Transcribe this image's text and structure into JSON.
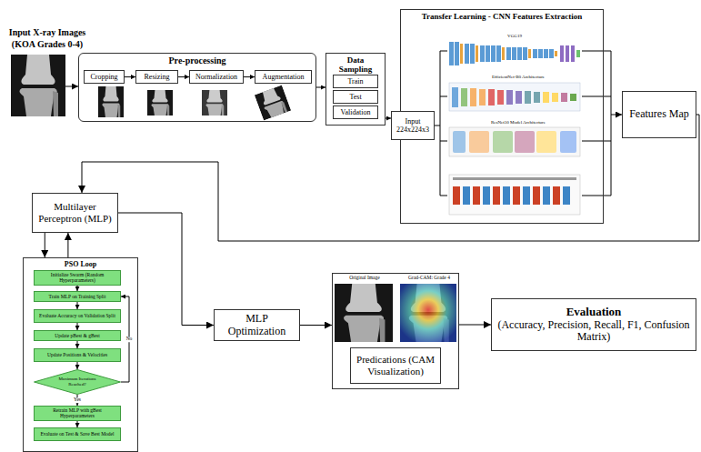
{
  "diagram": {
    "nodes": [
      {
        "text": [
          "Pre-processing"
        ]
      },
      {
        "text": [
          "Cropping"
        ],
        "in": 0
      },
      {
        "text": [
          "Resizing"
        ],
        "in": 0
      },
      {
        "text": [
          "Normalization"
        ],
        "in": 0
      },
      {
        "text": [
          "Augmentation"
        ],
        "in": 0
      },
      {
        "text": [
          "Data Sampling"
        ]
      },
      {
        "text": [
          "Train"
        ],
        "in": 5
      },
      {
        "text": [
          "Test"
        ],
        "in": 5
      },
      {
        "text": [
          "Validation"
        ],
        "in": 5
      },
      {
        "text": [
          "Transfer Learning - CNN Features Extraction"
        ]
      },
      {
        "text": [
          "Input 224x224x3"
        ]
      },
      {
        "text": [
          "Features Map"
        ]
      },
      {
        "text": [
          "Multilayer Perceptron (MLP)"
        ]
      },
      {
        "text": [
          "PSO Loop"
        ]
      },
      {
        "text": [
          "Initialize Swarm (Random Hyperparameters)"
        ],
        "in": 13
      },
      {
        "text": [
          "Train MLP on Training Split"
        ],
        "in": 13
      },
      {
        "text": [
          "Evaluate Accuracy on Validation Split"
        ],
        "in": 13
      },
      {
        "text": [
          "Update pBest & gBest"
        ],
        "in": 13
      },
      {
        "text": [
          "Update Positions & Velocities"
        ],
        "in": 13
      },
      {
        "text": [
          "Maximum Iterations Reached?"
        ],
        "in": 13
      },
      {
        "text": [
          "Retrain MLP with gBest Hyperparameters"
        ],
        "in": 13
      },
      {
        "text": [
          "Evaluate on Test & Save Best Model"
        ],
        "in": 13
      },
      {
        "text": [
          "MLP Optimization"
        ]
      },
      {
        "text": [
          "Original Image",
          "Grad-CAM: Grade 4"
        ]
      },
      {
        "text": [
          "Predications (CAM Visualization)"
        ],
        "in": 23
      },
      {
        "text": [
          "Evaluation",
          "(Accuracy, Precision, Recall, F1, Confusion Matrix)"
        ]
      }
    ],
    "edges": [
      {
        "from": 1,
        "to": 2,
        "arrow": "to"
      },
      {
        "from": 2,
        "to": 3,
        "arrow": "to"
      },
      {
        "from": 3,
        "to": 4,
        "arrow": "to"
      },
      {
        "from": 0,
        "to": 5,
        "arrow": "to"
      },
      {
        "from": 5,
        "to": 10,
        "arrow": "to"
      },
      {
        "from": 11,
        "to": 12,
        "arrow": "to"
      },
      {
        "from": 12,
        "to": 13,
        "arrow": "to"
      },
      {
        "from": 13,
        "to": 12,
        "arrow": "to"
      },
      {
        "from": 14,
        "to": 15,
        "arrow": "to"
      },
      {
        "from": 15,
        "to": 16,
        "arrow": "to"
      },
      {
        "from": 16,
        "to": 17,
        "arrow": "to"
      },
      {
        "from": 17,
        "to": 18,
        "arrow": "to"
      },
      {
        "from": 18,
        "to": 19,
        "arrow": "to"
      },
      {
        "from": 19,
        "to": 20,
        "label": "Yes",
        "arrow": "to"
      },
      {
        "from": 20,
        "to": 21,
        "arrow": "to"
      },
      {
        "from": 19,
        "to": 15,
        "label": "No",
        "arrow": "to"
      },
      {
        "from": 12,
        "to": 22,
        "arrow": "to"
      },
      {
        "from": 22,
        "to": 23,
        "arrow": "to"
      },
      {
        "from": 23,
        "to": 25,
        "arrow": "to"
      }
    ],
    "labels": [
      "Input X-ray Images",
      "(KOA Grades 0-4)",
      "VGG19",
      "EfficientNet-B0 Architecture",
      "ResNet50 Model Architecture"
    ]
  }
}
